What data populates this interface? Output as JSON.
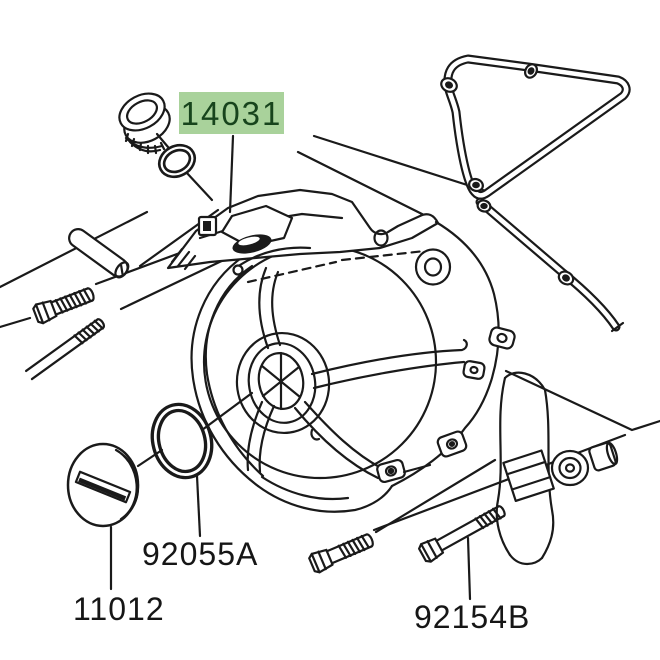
{
  "diagram": {
    "background": "#ffffff",
    "line_color": "#1a1a1a",
    "highlight_bg": "#a9d29b",
    "highlight_text_color": "#17441c",
    "parts": [
      {
        "part_number": "14031",
        "highlighted": true
      },
      {
        "part_number": "92055A",
        "highlighted": false
      },
      {
        "part_number": "11012",
        "highlighted": false
      },
      {
        "part_number": "92154B",
        "highlighted": false
      }
    ]
  }
}
